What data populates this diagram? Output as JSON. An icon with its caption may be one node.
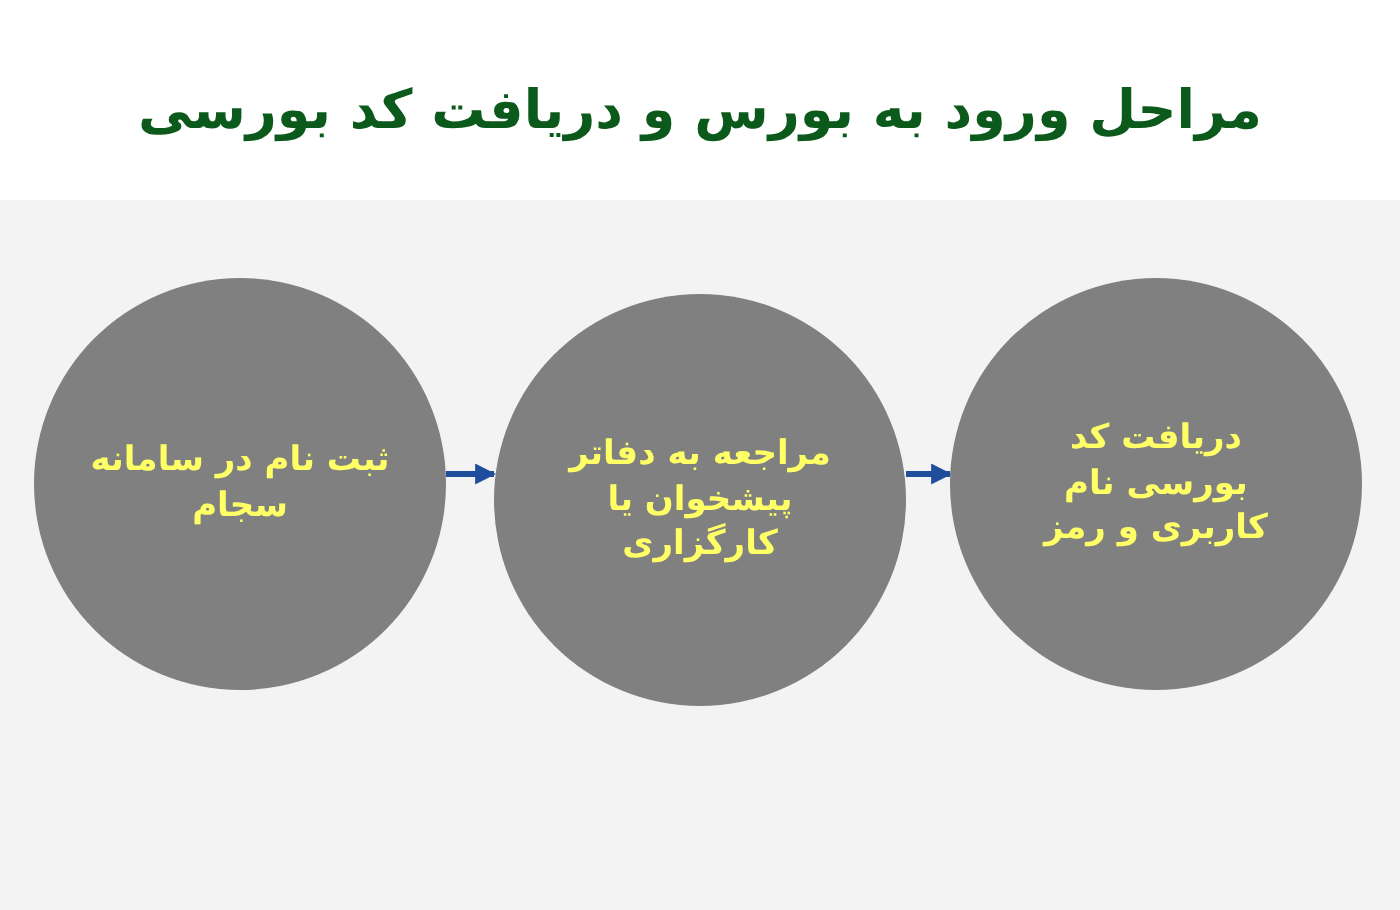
{
  "diagram": {
    "title": "مراحل ورود به بورس و دریافت کد بورسی",
    "nodes": [
      {
        "text": [
          "ثبت نام در سامانه سجام"
        ]
      },
      {
        "text": [
          "مراجعه به دفاتر پیشخوان یا کارگزاری"
        ]
      },
      {
        "text": [
          "دریافت کد بورسی نام کاربری و رمز"
        ]
      }
    ],
    "edges": [
      {
        "from": 0,
        "to": 1,
        "arrow": "to"
      },
      {
        "from": 1,
        "to": 2,
        "arrow": "to"
      }
    ]
  }
}
